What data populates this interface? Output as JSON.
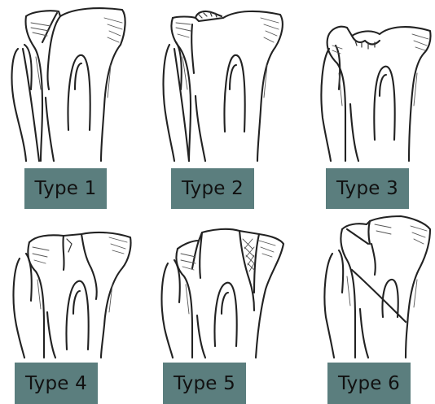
{
  "types": [
    {
      "label": "Type 1"
    },
    {
      "label": "Type 2"
    },
    {
      "label": "Type 3"
    },
    {
      "label": "Type 4"
    },
    {
      "label": "Type 5"
    },
    {
      "label": "Type 6"
    }
  ]
}
